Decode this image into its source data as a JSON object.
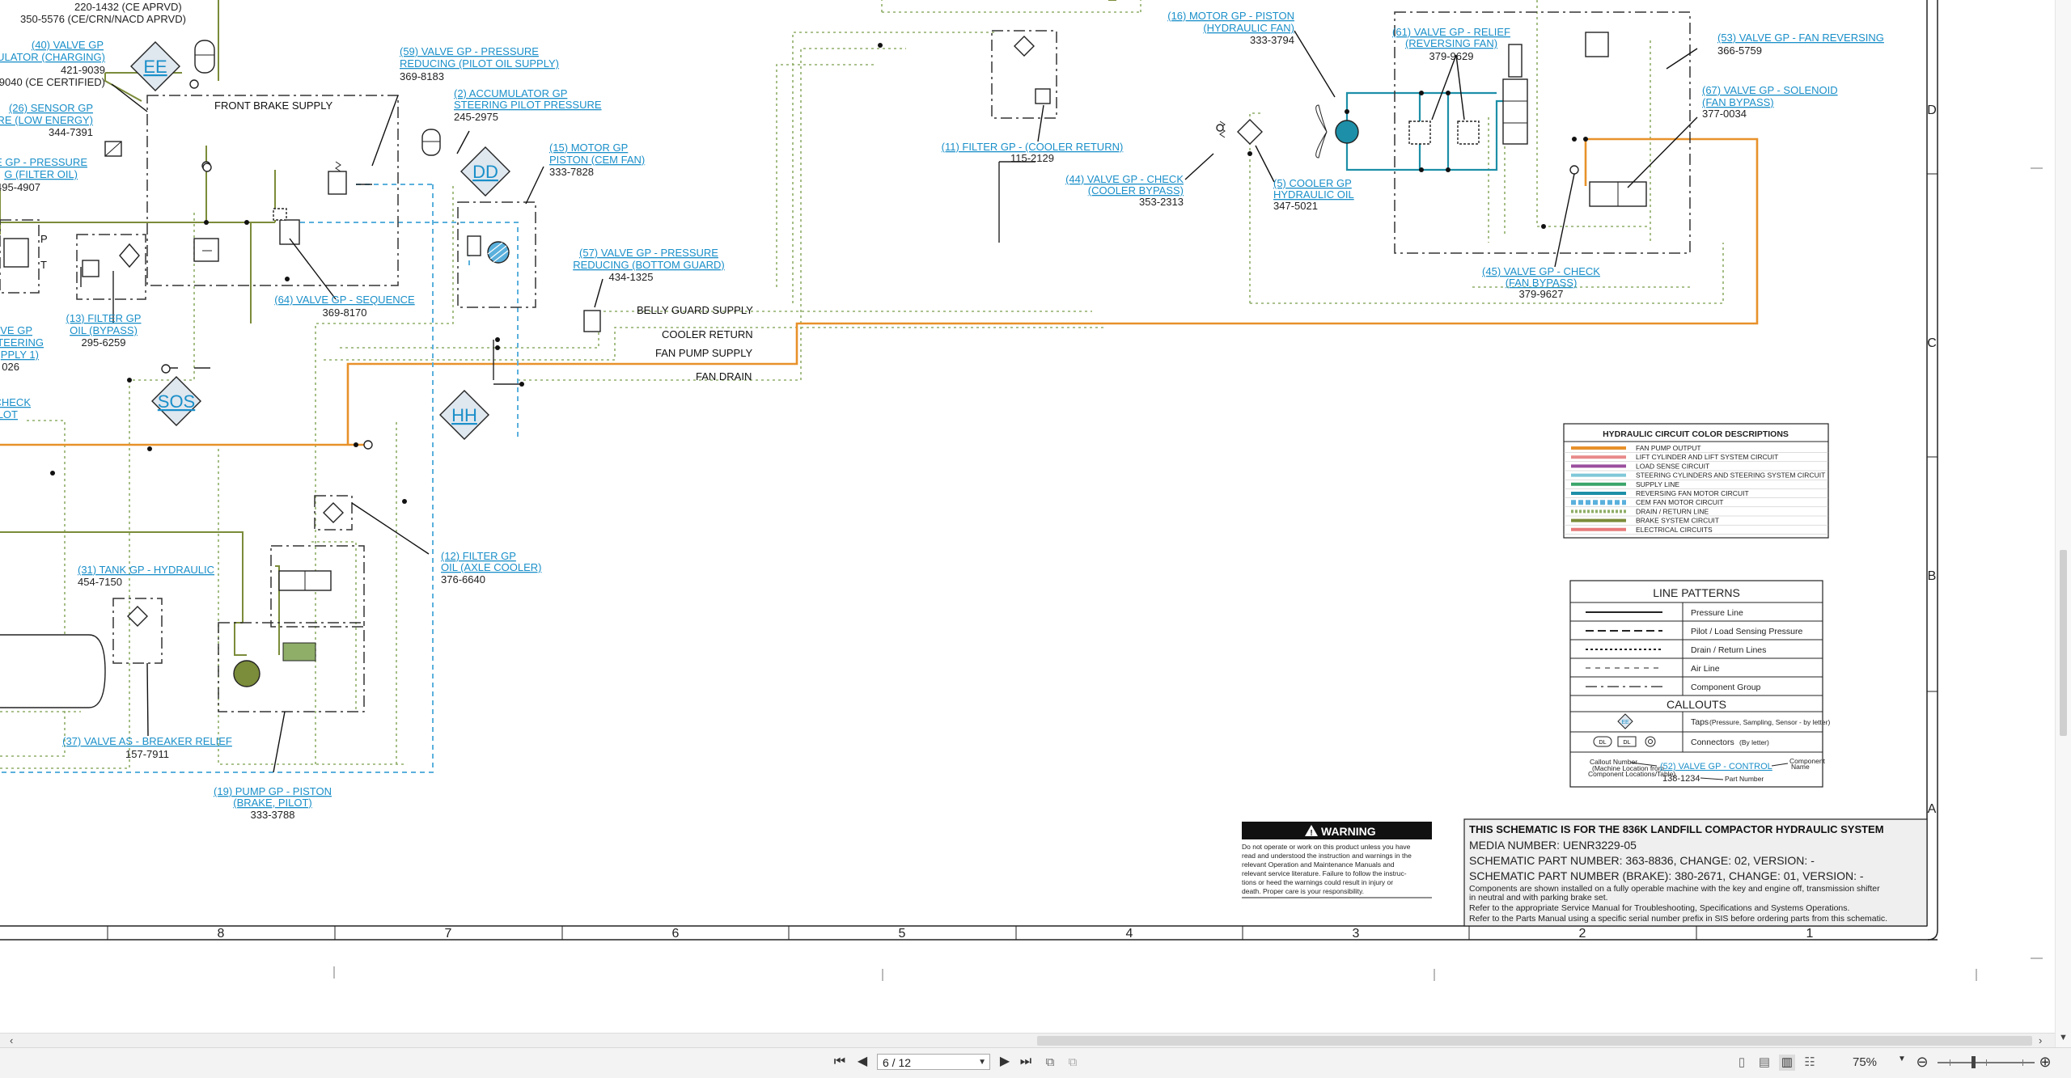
{
  "schematic": {
    "callouts": {
      "c_220": "220-1432 (CE APRVD)",
      "c_350": "350-5576 (CE/CRN/NACD APRVD)",
      "c40_l1": "(40) VALVE GP",
      "c40_l2": "ULATOR (CHARGING)",
      "c40_pn": "421-9039",
      "c40_pn2": "-9040 (CE CERTIFIED)",
      "c26_l1": "(26) SENSOR GP",
      "c26_l2": "RE (LOW ENERGY)",
      "c26_pn": "344-7391",
      "cvp_l1": "E GP - PRESSURE",
      "cvp_l2": "G (FILTER OIL)",
      "cvp_pn": "495-4907",
      "cvs_l1": "VE GP",
      "cvs_l2": "TEERING",
      "cvs_l3": "PPLY 1)",
      "cvs_pn": "026",
      "cck_l1": "CHECK",
      "cck_l2": "LOT",
      "c13_l1": "(13) FILTER GP",
      "c13_l2": "OIL (BYPASS)",
      "c13_pn": "295-6259",
      "c59_l1": "(59) VALVE GP - PRESSURE",
      "c59_l2": "REDUCING (PILOT OIL SUPPLY)",
      "c59_pn": "369-8183",
      "c2_l1": "(2) ACCUMULATOR GP",
      "c2_l2": "STEERING PILOT PRESSURE",
      "c2_pn": "245-2975",
      "c15_l1": "(15) MOTOR GP",
      "c15_l2": "PISTON (CEM FAN)",
      "c15_pn": "333-7828",
      "c57_l1": "(57) VALVE GP - PRESSURE",
      "c57_l2": "REDUCING (BOTTOM GUARD)",
      "c57_pn": "434-1325",
      "c64_l1": "(64) VALVE GP - SEQUENCE",
      "c64_pn": "369-8170",
      "c11_l1": "(11) FILTER GP - (COOLER RETURN)",
      "c11_pn": "115-2129",
      "c16_l1": "(16) MOTOR GP - PISTON",
      "c16_l2": "(HYDRAULIC FAN)",
      "c16_pn": "333-3794",
      "c44_l1": "(44) VALVE GP - CHECK",
      "c44_l2": "(COOLER BYPASS)",
      "c44_pn": "353-2313",
      "c5_l1": "(5) COOLER GP",
      "c5_l2": "HYDRAULIC OIL",
      "c5_pn": "347-5021",
      "c61_l1": "(61) VALVE GP - RELIEF",
      "c61_l2": "(REVERSING FAN)",
      "c61_pn": "379-9629",
      "c53_l1": "(53) VALVE GP - FAN REVERSING",
      "c53_pn": "366-5759",
      "c67_l1": "(67) VALVE GP - SOLENOID",
      "c67_l2": "(FAN BYPASS)",
      "c67_pn": "377-0034",
      "c45_l1": "(45) VALVE GP - CHECK",
      "c45_l2": "(FAN BYPASS)",
      "c45_pn": "379-9627",
      "c12_l1": "(12) FILTER GP",
      "c12_l2": "OIL (AXLE COOLER)",
      "c12_pn": "376-6640",
      "c31_l1": "(31) TANK GP - HYDRAULIC",
      "c31_pn": "454-7150",
      "c37_l1": "(37) VALVE AS - BREAKER RELIEF",
      "c37_pn": "157-7911",
      "c19_l1": "(19) PUMP GP - PISTON",
      "c19_l2": "(BRAKE, PILOT)",
      "c19_pn": "333-3788"
    },
    "taps": {
      "ee": "EE",
      "dd": "DD",
      "sos": "SOS",
      "hh": "HH"
    },
    "line_labels": {
      "front_brake": "FRONT BRAKE SUPPLY",
      "belly_guard": "BELLY GUARD SUPPLY",
      "cooler_return": "COOLER RETURN",
      "fan_pump": "FAN PUMP SUPPLY",
      "fan_drain": "FAN DRAIN",
      "port_p": "P",
      "port_t": "T"
    },
    "zones_right": [
      "D",
      "C",
      "B",
      "A"
    ],
    "zones_bottom": [
      "8",
      "7",
      "6",
      "5",
      "4",
      "3",
      "2",
      "1"
    ],
    "color_legend": {
      "title": "HYDRAULIC CIRCUIT COLOR DESCRIPTIONS",
      "items": [
        {
          "label": "FAN PUMP OUTPUT",
          "color": "#e8912a"
        },
        {
          "label": "LIFT CYLINDER AND LIFT SYSTEM CIRCUIT",
          "color": "#e88a8a"
        },
        {
          "label": "LOAD SENSE CIRCUIT",
          "color": "#9b4f9e"
        },
        {
          "label": "STEERING CYLINDERS AND STEERING SYSTEM CIRCUIT",
          "color": "#7fc8d9"
        },
        {
          "label": "SUPPLY LINE",
          "color": "#3aa56a"
        },
        {
          "label": "REVERSING FAN MOTOR CIRCUIT",
          "color": "#1d8fa8"
        },
        {
          "label": "CEM FAN MOTOR CIRCUIT",
          "color": "#5ab0dc"
        },
        {
          "label": "DRAIN / RETURN LINE",
          "color": "#8fae68"
        },
        {
          "label": "BRAKE SYSTEM CIRCUIT",
          "color": "#7b8c3a"
        },
        {
          "label": "ELECTRICAL CIRCUITS",
          "color": "#e87a7a"
        }
      ]
    },
    "line_patterns": {
      "title": "LINE PATTERNS",
      "items": [
        "Pressure Line",
        "Pilot / Load Sensing Pressure",
        "Drain / Return Lines",
        "Air Line",
        "Component Group"
      ],
      "callouts_title": "CALLOUTS",
      "taps_label": "Taps",
      "taps_note": "(Pressure, Sampling, Sensor - by letter)",
      "taps_sample": "EE",
      "connectors_label": "Connectors",
      "connectors_note": "(By letter)",
      "connector_a": "DL",
      "connector_b": "DL",
      "callout_number": "Callout Number",
      "callout_note1": "(Machine Location from",
      "callout_note2": "Component Locations/Table)",
      "callout_sample": "(52) VALVE GP - CONTROL",
      "component_name": "Component",
      "component_name2": "Name",
      "sample_pn": "138-1234",
      "part_number": "Part Number"
    },
    "warning": {
      "title": "WARNING",
      "text": [
        "Do not operate or work on this product unless you have",
        "read and understood the instruction and warnings in the",
        "relevant Operation and Maintenance Manuals and",
        "relevant service literature. Failure to follow the instruc-",
        "tions or heed the warnings could result in injury or",
        "death. Proper care is your responsibility."
      ]
    },
    "title_block": {
      "heading": "THIS SCHEMATIC IS FOR THE 836K LANDFILL COMPACTOR HYDRAULIC SYSTEM",
      "media": "MEDIA NUMBER: UENR3229-05",
      "part1": "SCHEMATIC PART NUMBER: 363-8836, CHANGE: 02, VERSION: -",
      "part2": "SCHEMATIC PART NUMBER (BRAKE): 380-2671, CHANGE: 01, VERSION: -",
      "note1": "Components are shown installed on a fully operable machine with the key and engine off, transmission shifter",
      "note2": "in neutral and with parking brake set.",
      "note3": "Refer to the appropriate Service Manual for Troubleshooting, Specifications and Systems Operations.",
      "note4": "Refer to the Parts Manual using a specific serial number prefix in SIS before ordering parts from this schematic."
    }
  },
  "viewer": {
    "page_display": "6 / 12",
    "zoom": "75%",
    "nav_first": "⏮",
    "nav_prev": "◀",
    "nav_next": "▶",
    "nav_last": "⏭",
    "scroll_left": "‹",
    "scroll_right": "›",
    "scroll_down": "▼",
    "zoom_out": "⊖",
    "zoom_in": "⊕"
  }
}
